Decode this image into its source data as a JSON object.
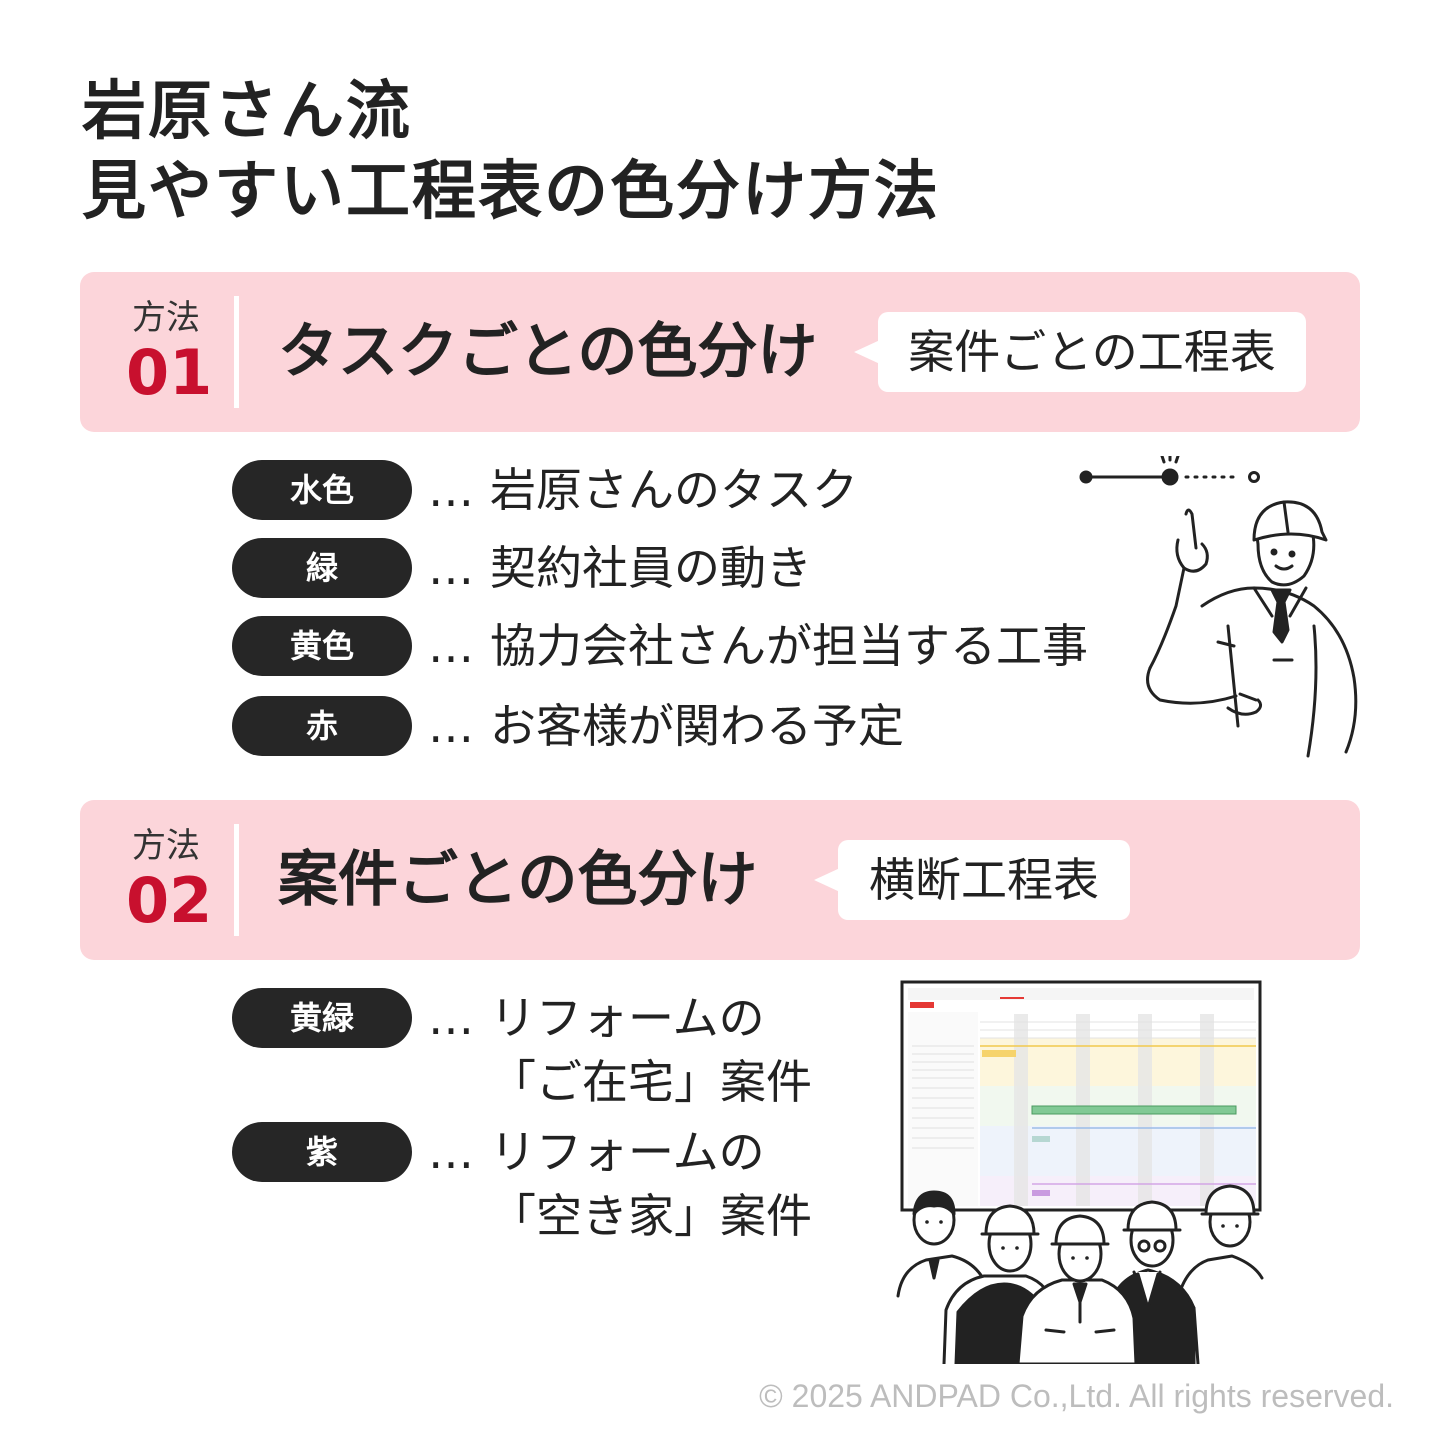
{
  "title": {
    "line1": "岩原さん流",
    "line2": "見やすい工程表の色分け方法"
  },
  "methods": [
    {
      "word": "方法",
      "number": "01",
      "heading": "タスクごとの色分け",
      "bubble": "案件ごとの工程表",
      "items": [
        {
          "color": "水色",
          "text": "岩原さんのタスク"
        },
        {
          "color": "緑",
          "text": "契約社員の動き"
        },
        {
          "color": "黄色",
          "text": "協力会社さんが担当する工事"
        },
        {
          "color": "赤",
          "text": "お客様が関わる予定"
        }
      ]
    },
    {
      "word": "方法",
      "number": "02",
      "heading": "案件ごとの色分け",
      "bubble": "横断工程表",
      "items": [
        {
          "color": "黄緑",
          "line1": "リフォームの",
          "line2": "「ご在宅」案件"
        },
        {
          "color": "紫",
          "line1": "リフォームの",
          "line2": "「空き家」案件"
        }
      ]
    }
  ],
  "ellipsis": "…",
  "copyright": "© 2025 ANDPAD Co.,Ltd. All rights reserved.",
  "colors": {
    "panel_bg": "#fcd5da",
    "accent_red": "#c8102e",
    "pill_bg": "#262626",
    "text": "#222222"
  }
}
